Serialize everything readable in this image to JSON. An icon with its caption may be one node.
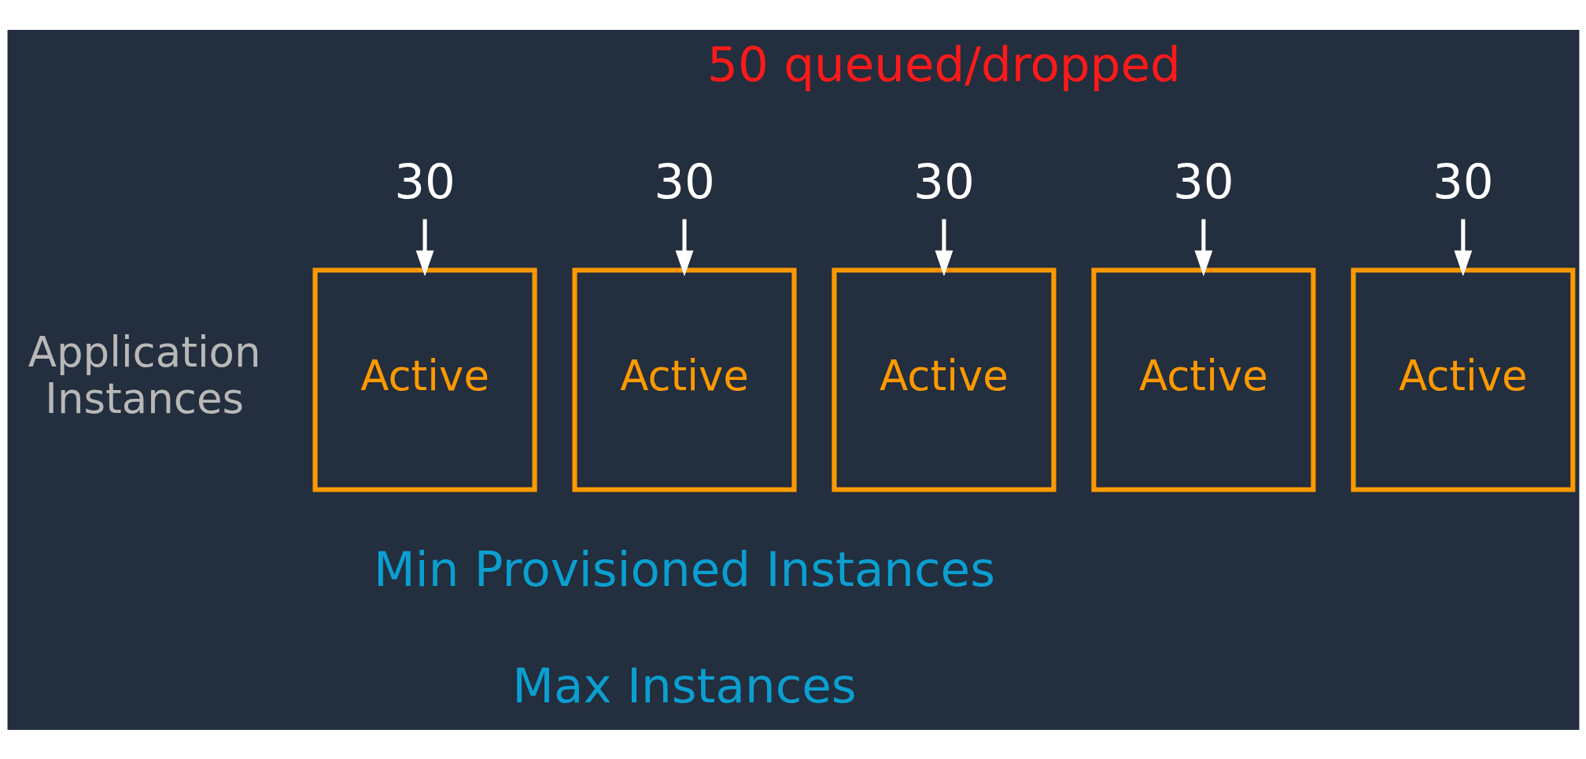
{
  "diagram": {
    "nodes": [
      {
        "text": [
          "30"
        ]
      },
      {
        "text": [
          "30"
        ]
      },
      {
        "text": [
          "30"
        ]
      },
      {
        "text": [
          "30"
        ]
      },
      {
        "text": [
          "30"
        ]
      },
      {
        "text": [
          "Active"
        ]
      },
      {
        "text": [
          "Active"
        ]
      },
      {
        "text": [
          "Active"
        ]
      },
      {
        "text": [
          "Active"
        ]
      },
      {
        "text": [
          "Active"
        ]
      }
    ],
    "edges": [
      {
        "from": 0,
        "to": 5,
        "arrow": "to"
      },
      {
        "from": 1,
        "to": 6,
        "arrow": "to"
      },
      {
        "from": 2,
        "to": 7,
        "arrow": "to"
      },
      {
        "from": 3,
        "to": 8,
        "arrow": "to"
      },
      {
        "from": 4,
        "to": 9,
        "arrow": "to"
      }
    ],
    "labels": [
      "50 queued/dropped",
      "Application Instances",
      "Min Provisioned Instances",
      "Max Instances"
    ]
  }
}
